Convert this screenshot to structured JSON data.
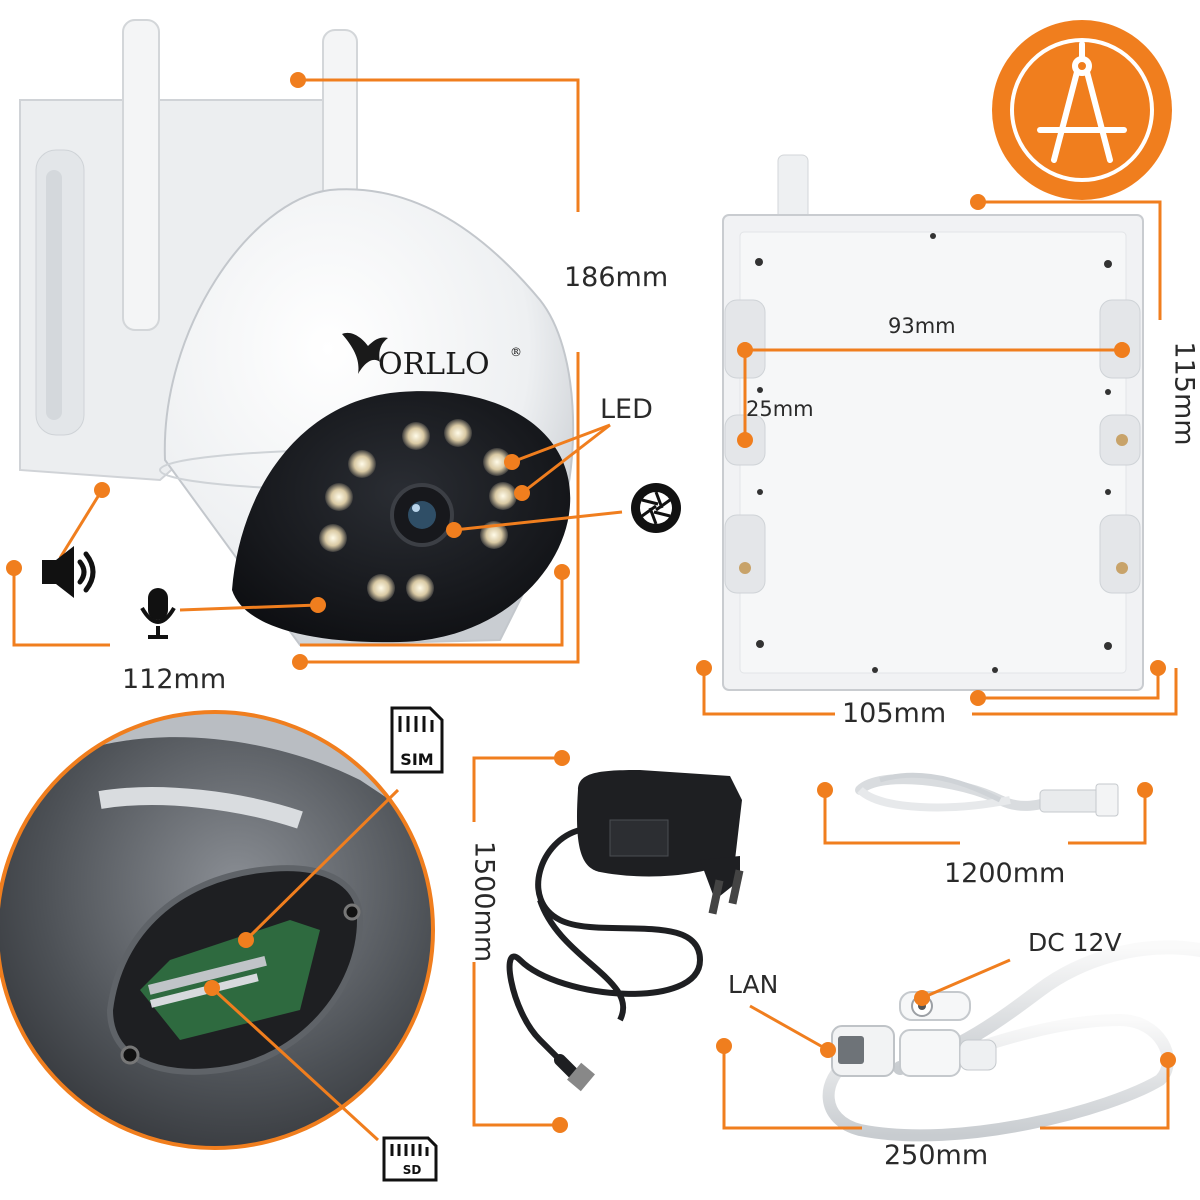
{
  "accent_color": "#f07e1e",
  "brand": {
    "name": "ORLLO",
    "registered_mark": "®"
  },
  "camera": {
    "height_label": "186mm",
    "width_label": "112mm",
    "led_label": "LED"
  },
  "mount_plate": {
    "width_label": "105mm",
    "height_label": "115mm",
    "hole_spacing_h_label": "93mm",
    "hole_spacing_v_label": "25mm"
  },
  "accessories": {
    "power_cable_label": "1500mm",
    "lan_cable_label": "1200mm",
    "pigtail_label": "250mm",
    "lan_port_label": "LAN",
    "dc_port_label": "DC 12V"
  },
  "card_icons": {
    "sim_label": "SIM",
    "sd_label": "SD"
  },
  "icons": [
    "speaker-icon",
    "microphone-icon",
    "aperture-icon",
    "compass-icon",
    "sim-card-icon",
    "sd-card-icon"
  ]
}
